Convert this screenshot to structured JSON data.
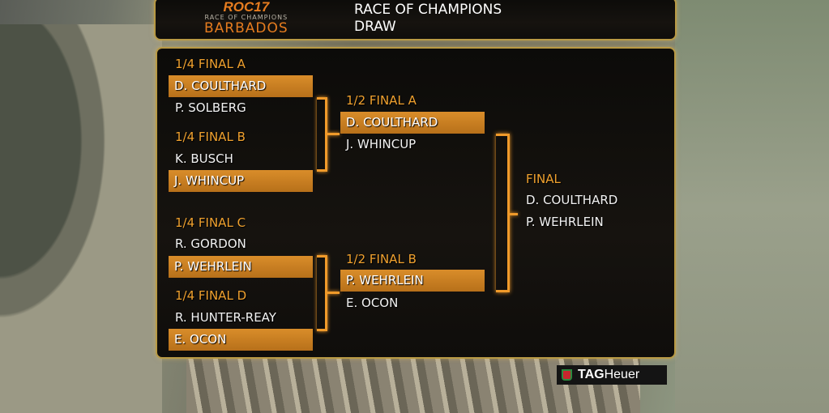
{
  "header": {
    "logo_mark": "ROC17",
    "logo_sub": "RACE OF CHAMPIONS",
    "logo_location": "BARBADOS",
    "title_line1": "RACE OF CHAMPIONS",
    "title_line2": "DRAW"
  },
  "quarter_finals": [
    {
      "label": "1/4 FINAL A",
      "drivers": [
        "D. COULTHARD",
        "P. SOLBERG"
      ],
      "winner": "D. COULTHARD"
    },
    {
      "label": "1/4 FINAL B",
      "drivers": [
        "K. BUSCH",
        "J. WHINCUP"
      ],
      "winner": "J. WHINCUP"
    },
    {
      "label": "1/4 FINAL C",
      "drivers": [
        "R. GORDON",
        "P. WEHRLEIN"
      ],
      "winner": "P. WEHRLEIN"
    },
    {
      "label": "1/4 FINAL D",
      "drivers": [
        "R. HUNTER-REAY",
        "E. OCON"
      ],
      "winner": "E. OCON"
    }
  ],
  "semi_finals": [
    {
      "label": "1/2 FINAL A",
      "drivers": [
        "D. COULTHARD",
        "J. WHINCUP"
      ],
      "winner": "D. COULTHARD"
    },
    {
      "label": "1/2 FINAL B",
      "drivers": [
        "P. WEHRLEIN",
        "E. OCON"
      ],
      "winner": "P. WEHRLEIN"
    }
  ],
  "final": {
    "label": "FINAL",
    "drivers": [
      "D. COULTHARD",
      "P. WEHRLEIN"
    ]
  },
  "sponsor": {
    "brand_bold": "TAG",
    "brand_regular": "Heuer"
  },
  "colors": {
    "accent": "#f09a2a",
    "box": "#c97d20",
    "border": "#b99a45"
  }
}
